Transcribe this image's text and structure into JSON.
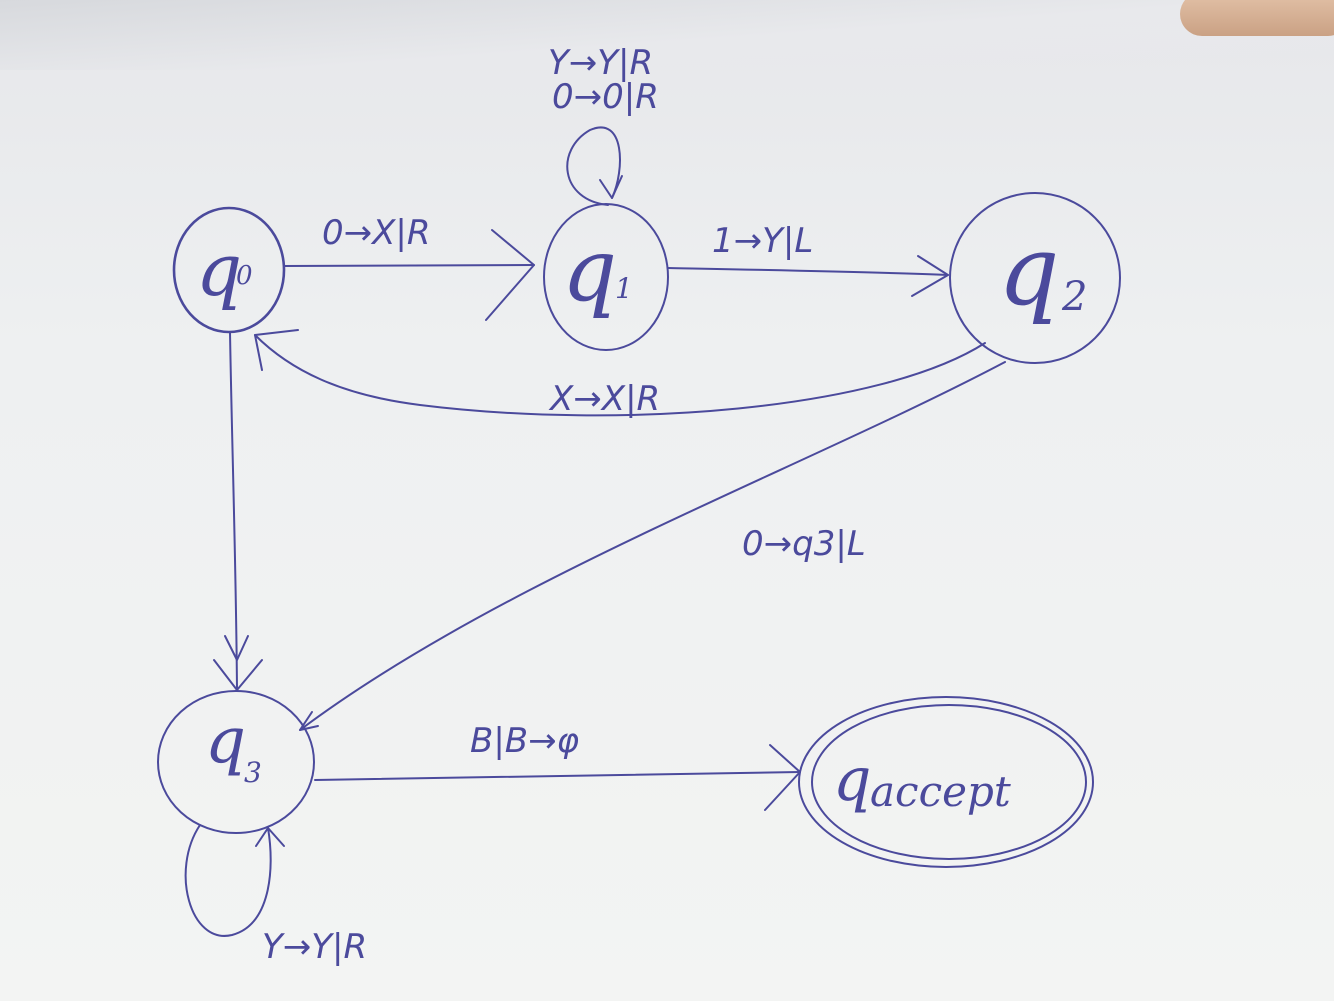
{
  "states": {
    "q0": {
      "name": "q",
      "sub": "0"
    },
    "q1": {
      "name": "q",
      "sub": "1"
    },
    "q2": {
      "name": "q",
      "sub": "2"
    },
    "q3": {
      "name": "q",
      "sub": "3"
    },
    "qaccept": {
      "name": "q",
      "sub": "accept"
    }
  },
  "transitions": {
    "q0_q1": "0→X|R",
    "q1_self_a": "Y→Y|R",
    "q1_self_b": "0→0|R",
    "q1_q2": "1→Y|L",
    "q2_q0": "X→X|R",
    "q2_q3": "0→q3|L",
    "q3_accept": "B|B→φ",
    "q3_self": "Y→Y|R"
  },
  "colors": {
    "ink": "#4b4a9c",
    "paper": "#f1f2f2"
  }
}
